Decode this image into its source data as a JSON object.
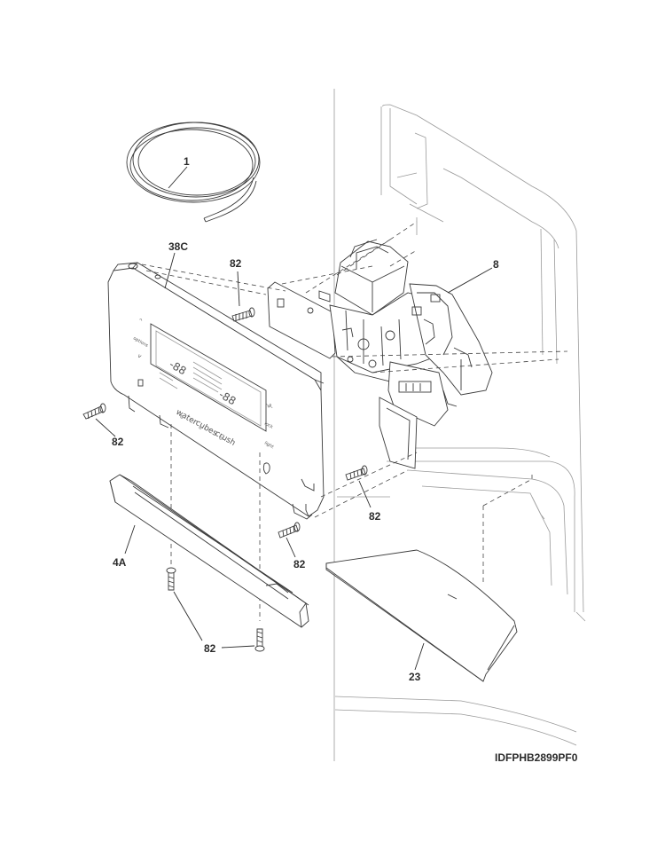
{
  "diagram": {
    "drawing_id": "IDFPHB2899PF0",
    "callouts": {
      "tube": "1",
      "control_panel": "38C",
      "screw_top": "82",
      "screw_left": "82",
      "dispenser_housing": "8",
      "screw_right": "82",
      "screw_panel_bottom": "82",
      "trim": "4A",
      "screws_trim": "82",
      "drip_tray": "23"
    },
    "panel_labels": {
      "options": "options",
      "water": "water",
      "cubes": "cubes",
      "crush": "crush",
      "display_left": "-88",
      "display_right": "-88"
    }
  }
}
